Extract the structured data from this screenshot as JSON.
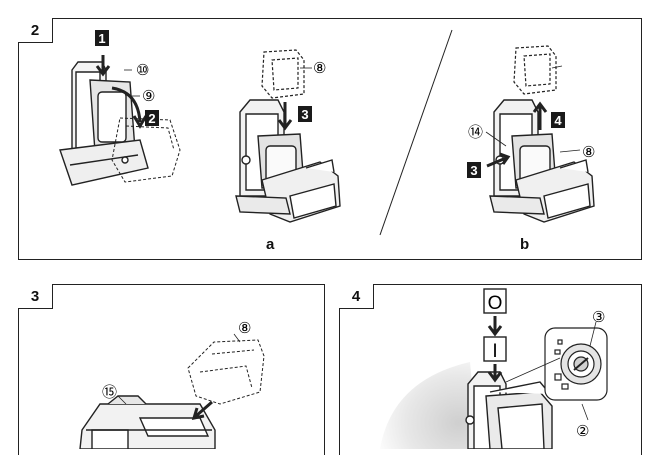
{
  "panels": {
    "p2": {
      "number": "2",
      "sub_a": "a",
      "sub_b": "b",
      "callouts": {
        "c10": "⑩",
        "c9": "⑨",
        "c8a": "⑧",
        "c8b": "⑧",
        "c14": "⑭"
      },
      "steps": {
        "s1": "1",
        "s2": "2",
        "s3a": "3",
        "s3b": "3",
        "s4": "4"
      }
    },
    "p3": {
      "number": "3",
      "callouts": {
        "c8": "⑧",
        "c15": "⑮"
      }
    },
    "p4": {
      "number": "4",
      "switch_off": "O",
      "switch_on": "I",
      "callouts": {
        "c3": "③",
        "c2": "②"
      }
    }
  },
  "colors": {
    "line": "#222222",
    "step_box": "#1a1a1a",
    "shade": "#d8d8d8"
  }
}
